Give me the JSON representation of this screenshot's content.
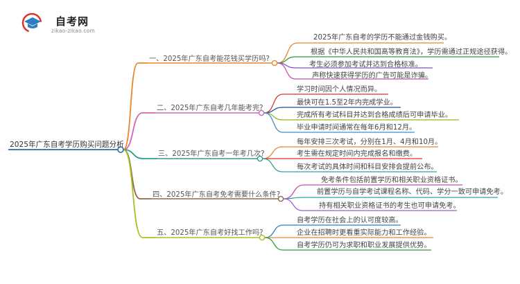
{
  "logo": {
    "title": "自考网",
    "url": "zikao-zikao.com",
    "icon": "graduation-cap-icon",
    "colors": {
      "blue": "#2c7dc2",
      "red": "#d9342b"
    }
  },
  "root": {
    "label": "2025年广东自考学历购买问题分析",
    "color": "#2a6ab0"
  },
  "branches": [
    {
      "label": "一、2025年广东自考能花钱买学历吗?",
      "color": "#e8862a",
      "leaves": [
        {
          "text": "2025年广东自考的学历不能通过金钱购买。",
          "color": "#e8862a"
        },
        {
          "text": "根据《中华人民共和国高等教育法》，学历需通过正规途径获得。",
          "color": "#2f9a3a"
        },
        {
          "text": "考生必须参加考试并达到合格标准。",
          "color": "#7a4fd0"
        },
        {
          "text": "声称快速获得学历的广告可能是诈骗。",
          "color": "#c04fb0"
        }
      ]
    },
    {
      "label": "二、2025年广东自考几年能考完?",
      "color": "#d267b8",
      "leaves": [
        {
          "text": "学习时间因个人情况而异。",
          "color": "#d9342b"
        },
        {
          "text": "最快可在1.5至2年内完成学业。",
          "color": "#1f4fa0"
        },
        {
          "text": "完成所有考试科目并达到合格成绩后可申请毕业。",
          "color": "#98b320"
        },
        {
          "text": "毕业申请时间通常在每年6月和12月。",
          "color": "#3a8fd0"
        }
      ]
    },
    {
      "label": "三、2025年广东自考一年考几次?",
      "color": "#2b9c92",
      "leaves": [
        {
          "text": "每年安排三次考试，分别在1月、4月和10月。",
          "color": "#e8862a"
        },
        {
          "text": "考生需在规定时间内完成报名和缴费。",
          "color": "#d9342b"
        },
        {
          "text": "每次考试的具体时间和科目安排会提前公布。",
          "color": "#2aa59a"
        }
      ]
    },
    {
      "label": "四、2025年广东自考免考需要什么条件?",
      "color": "#8a6a4a",
      "leaves": [
        {
          "text": "免考条件包括前置学历和相关职业资格证书。",
          "color": "#c04fb0"
        },
        {
          "text": "前置学历与自学考试课程名称、代码、学分一致可申请免考。",
          "color": "#2aa59a"
        },
        {
          "text": "持有相关职业资格证书的考生也可申请免考。",
          "color": "#9c5fd0"
        }
      ]
    },
    {
      "label": "五、2025年广东自考好找工作吗?",
      "color": "#a8c020",
      "leaves": [
        {
          "text": "自考学历在社会上的认可度较高。",
          "color": "#2f7ac8"
        },
        {
          "text": "企业在招聘时更看重实际能力和工作经验。",
          "color": "#e8862a"
        },
        {
          "text": "自考学历仍可为求职和职业发展提供优势。",
          "color": "#2f9a3a"
        }
      ]
    }
  ]
}
